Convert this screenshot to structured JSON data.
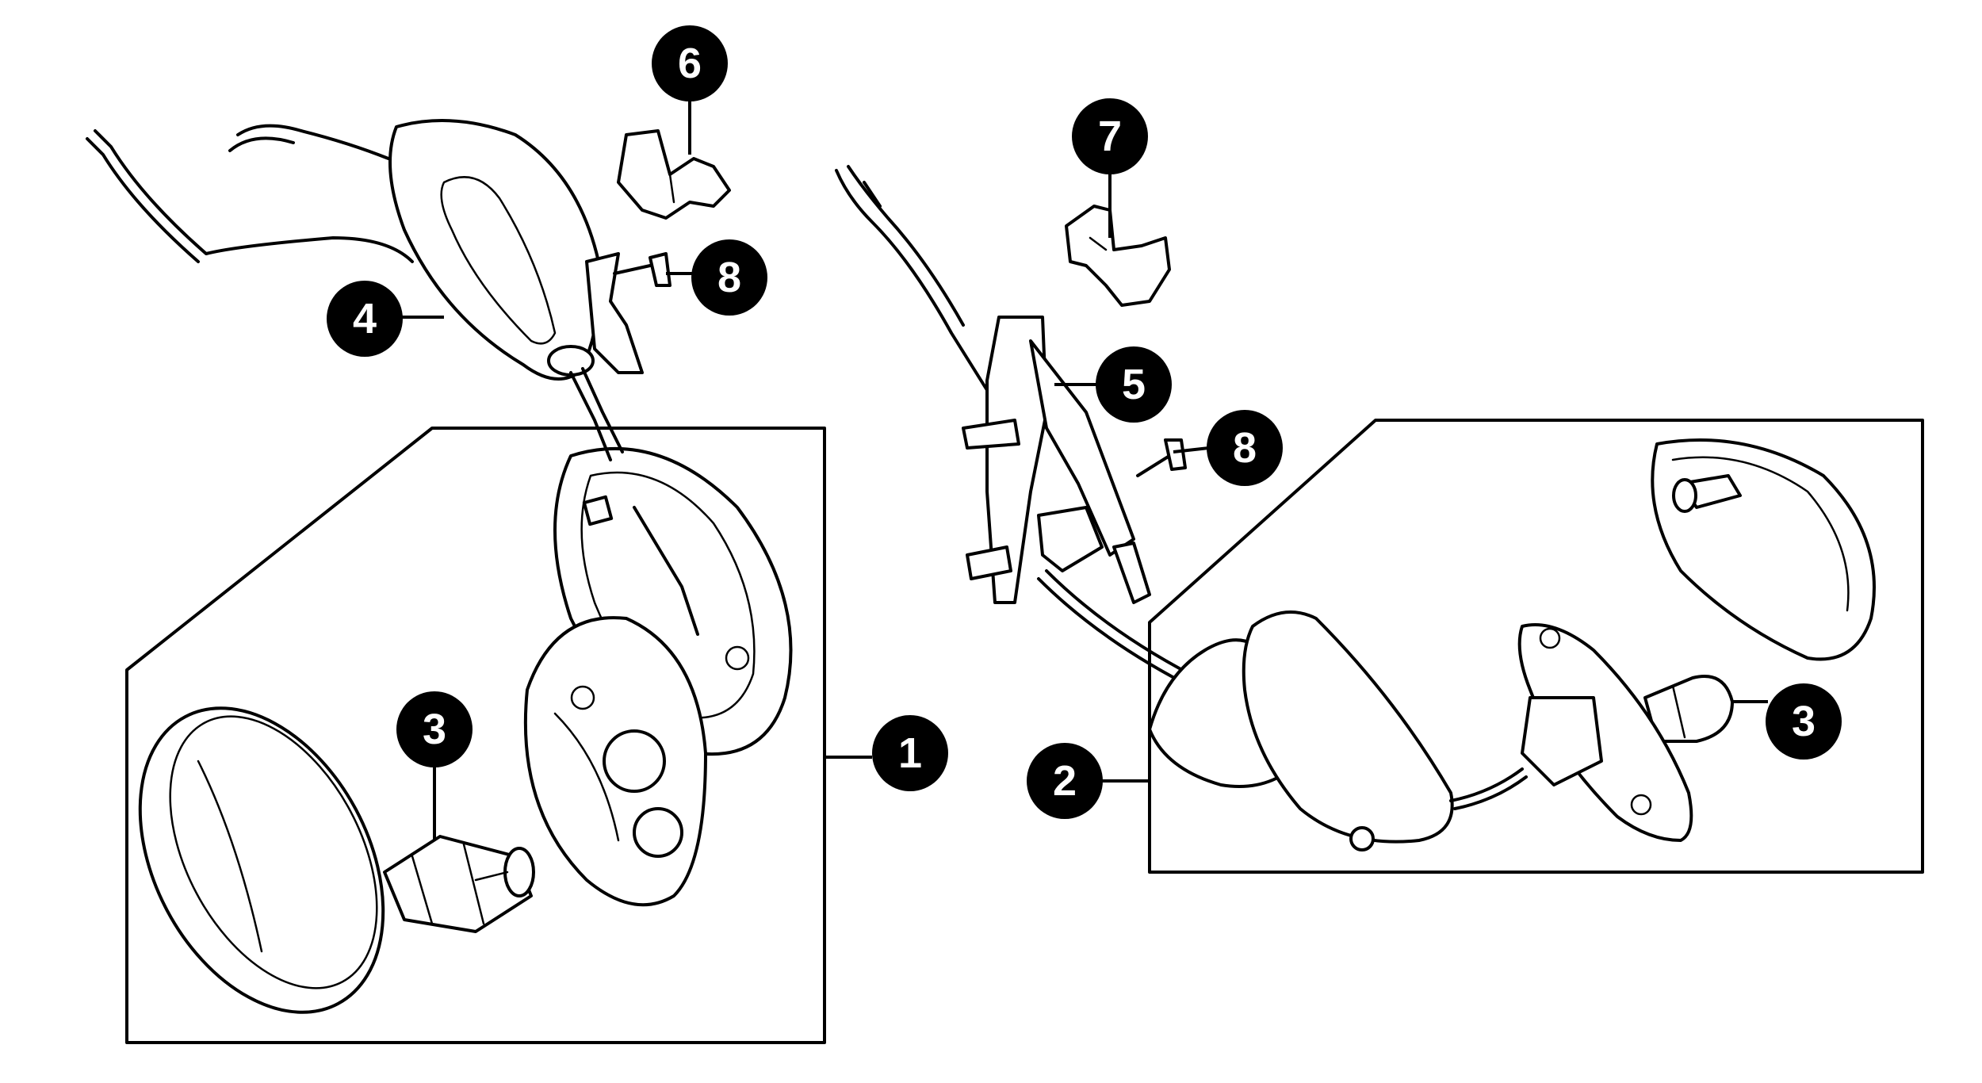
{
  "callouts": [
    {
      "id": "c1",
      "label": "1"
    },
    {
      "id": "c2",
      "label": "2"
    },
    {
      "id": "c3a",
      "label": "3"
    },
    {
      "id": "c3b",
      "label": "3"
    },
    {
      "id": "c4",
      "label": "4"
    },
    {
      "id": "c5",
      "label": "5"
    },
    {
      "id": "c6",
      "label": "6"
    },
    {
      "id": "c7",
      "label": "7"
    },
    {
      "id": "c8a",
      "label": "8"
    },
    {
      "id": "c8b",
      "label": "8"
    }
  ]
}
